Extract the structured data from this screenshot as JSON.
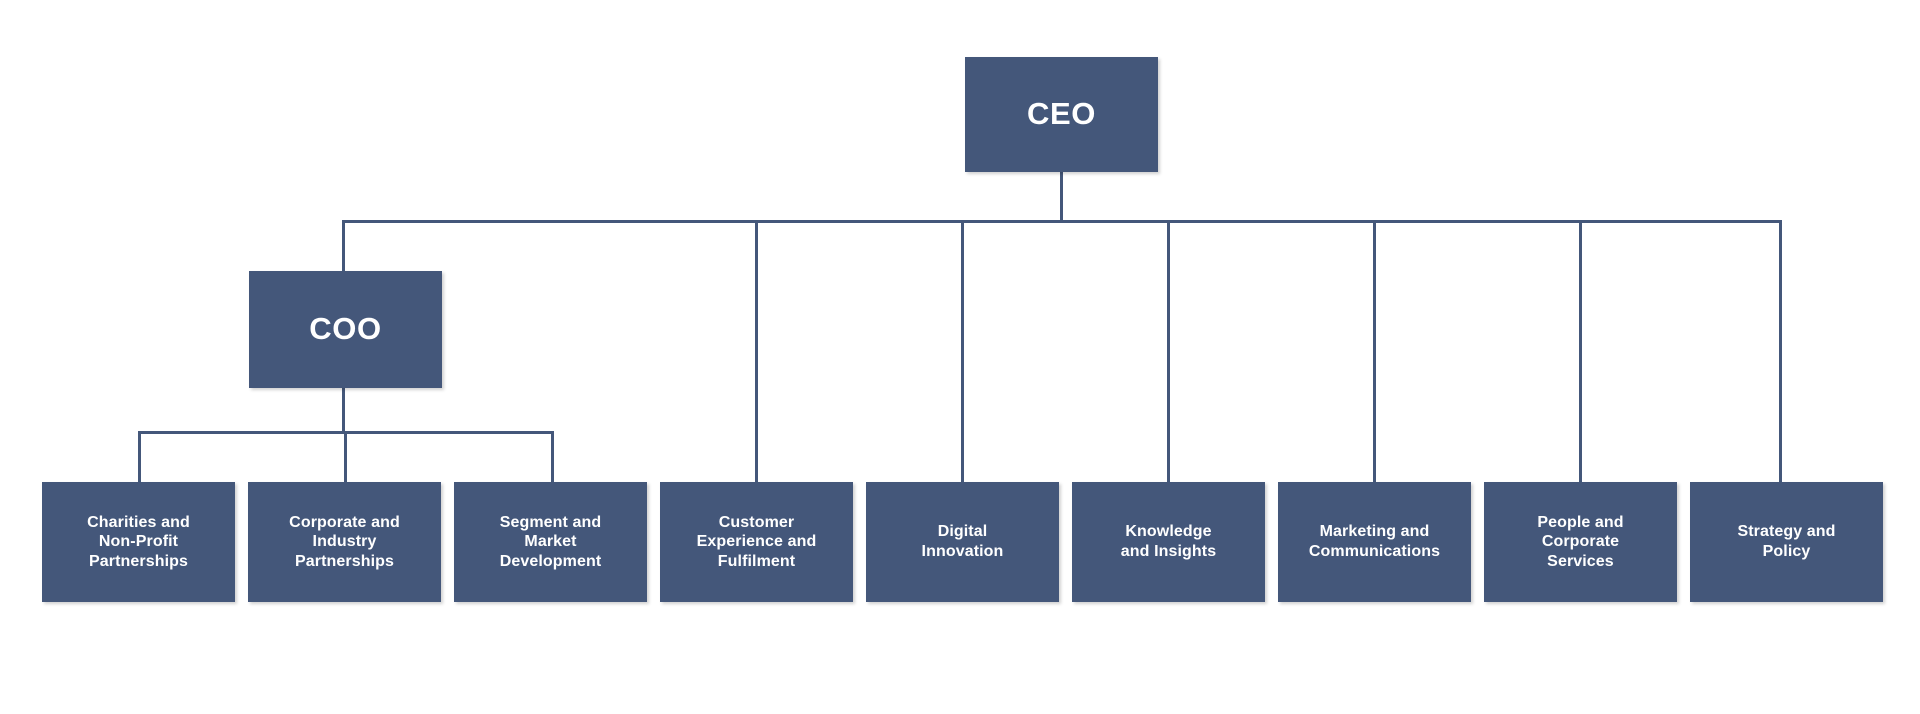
{
  "chart_data": {
    "type": "diagram",
    "diagram_type": "organisation-chart",
    "title": "",
    "orientation": "top-down",
    "theme": {
      "node_fill": "#44577A",
      "node_text": "#FFFFFF",
      "connector": "#44577A",
      "background": "#FFFFFF"
    },
    "nodes": [
      {
        "id": "ceo",
        "label": "CEO",
        "level": 0,
        "parent": null
      },
      {
        "id": "coo",
        "label": "COO",
        "level": 1,
        "parent": "ceo"
      },
      {
        "id": "charities-non-profit-partnerships",
        "label": "Charities and\nNon-Profit\nPartnerships",
        "level": 2,
        "parent": "coo"
      },
      {
        "id": "corporate-industry-partnerships",
        "label": "Corporate and\nIndustry\nPartnerships",
        "level": 2,
        "parent": "coo"
      },
      {
        "id": "segment-market-development",
        "label": "Segment and\nMarket\nDevelopment",
        "level": 2,
        "parent": "coo"
      },
      {
        "id": "customer-experience-fulfilment",
        "label": "Customer\nExperience and\nFulfilment",
        "level": 2,
        "parent": "ceo"
      },
      {
        "id": "digital-innovation",
        "label": "Digital\nInnovation",
        "level": 2,
        "parent": "ceo"
      },
      {
        "id": "knowledge-insights",
        "label": "Knowledge\nand Insights",
        "level": 2,
        "parent": "ceo"
      },
      {
        "id": "marketing-communications",
        "label": "Marketing and\nCommunications",
        "level": 2,
        "parent": "ceo"
      },
      {
        "id": "people-corporate-services",
        "label": "People and\nCorporate\nServices",
        "level": 2,
        "parent": "ceo"
      },
      {
        "id": "strategy-policy",
        "label": "Strategy and\nPolicy",
        "level": 2,
        "parent": "ceo"
      }
    ],
    "edges": [
      {
        "from": "ceo",
        "to": "coo"
      },
      {
        "from": "ceo",
        "to": "customer-experience-fulfilment"
      },
      {
        "from": "ceo",
        "to": "digital-innovation"
      },
      {
        "from": "ceo",
        "to": "knowledge-insights"
      },
      {
        "from": "ceo",
        "to": "marketing-communications"
      },
      {
        "from": "ceo",
        "to": "people-corporate-services"
      },
      {
        "from": "ceo",
        "to": "strategy-policy"
      },
      {
        "from": "coo",
        "to": "charities-non-profit-partnerships"
      },
      {
        "from": "coo",
        "to": "corporate-industry-partnerships"
      },
      {
        "from": "coo",
        "to": "segment-market-development"
      }
    ]
  },
  "executives": {
    "ceo": {
      "label": "CEO"
    },
    "coo": {
      "label": "COO"
    }
  },
  "departments": [
    {
      "label": "Charities and\nNon-Profit\nPartnerships"
    },
    {
      "label": "Corporate and\nIndustry\nPartnerships"
    },
    {
      "label": "Segment and\nMarket\nDevelopment"
    },
    {
      "label": "Customer\nExperience and\nFulfilment"
    },
    {
      "label": "Digital\nInnovation"
    },
    {
      "label": "Knowledge\nand Insights"
    },
    {
      "label": "Marketing and\nCommunications"
    },
    {
      "label": "People and\nCorporate\nServices"
    },
    {
      "label": "Strategy and\nPolicy"
    }
  ]
}
